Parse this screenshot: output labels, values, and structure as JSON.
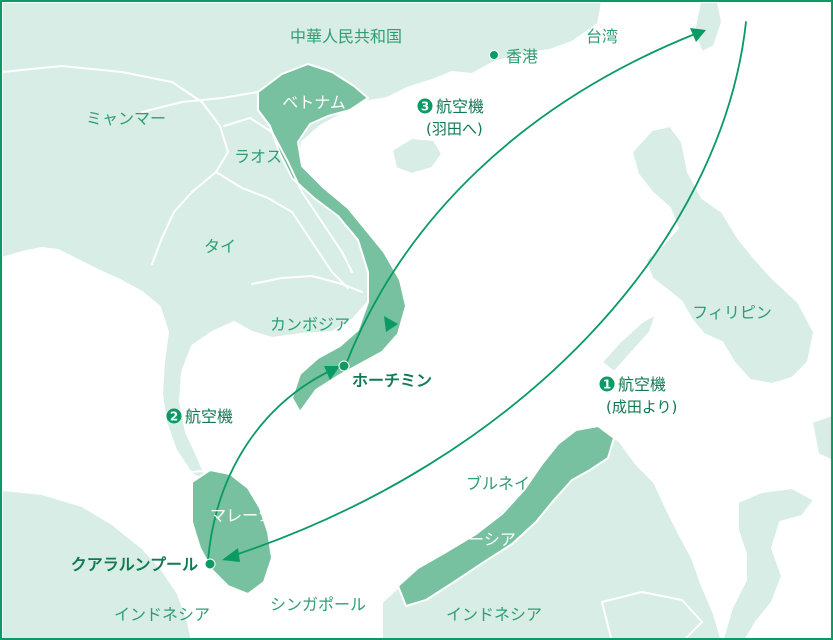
{
  "countries": {
    "china": "中華人民共和国",
    "taiwan": "台湾",
    "myanmar": "ミャンマー",
    "vietnam": "ベトナム",
    "laos": "ラオス",
    "thailand": "タイ",
    "cambodia": "カンボジア",
    "philippines": "フィリピン",
    "brunei": "ブルネイ",
    "malaysia_peninsula": "マレーシア",
    "malaysia_borneo": "マレーシア",
    "indonesia_west": "インドネシア",
    "indonesia_borneo": "インドネシア"
  },
  "cities": {
    "hong_kong": "香港",
    "ho_chi_minh": "ホーチミン",
    "kuala_lumpur": "クアラルンプール",
    "singapore": "シンガポール"
  },
  "legs": [
    {
      "number": "1",
      "label": "航空機",
      "note": "(成田より)"
    },
    {
      "number": "2",
      "label": "航空機",
      "note": ""
    },
    {
      "number": "3",
      "label": "航空機",
      "note": "(羽田へ)"
    }
  ],
  "colors": {
    "route": "#0a9a63",
    "highlight_land": "#77c0a0",
    "other_land": "#d7ede5",
    "frame": "#0a9a63"
  }
}
